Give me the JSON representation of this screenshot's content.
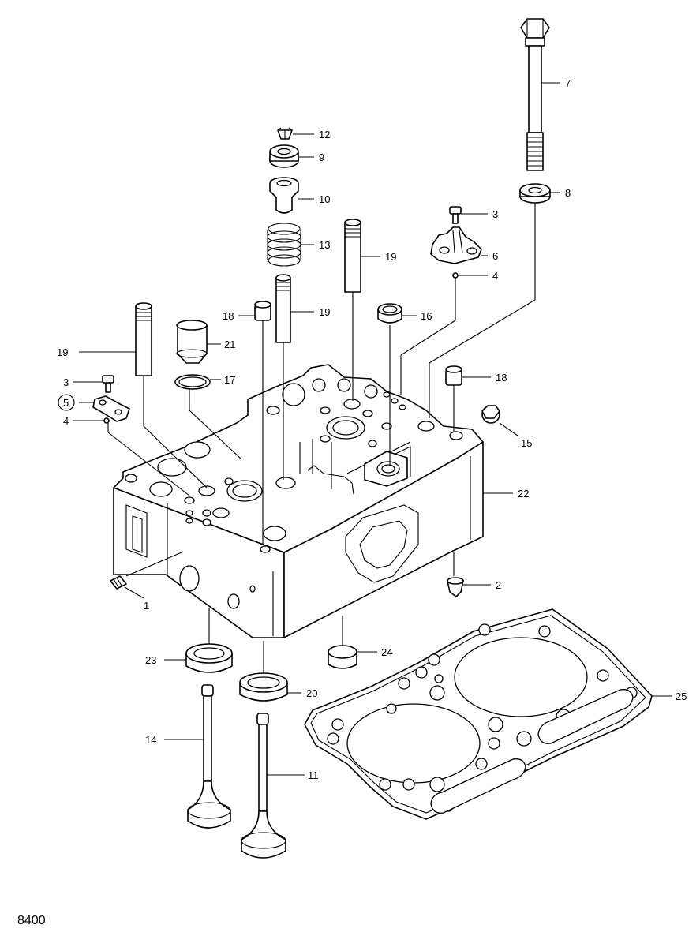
{
  "figure_code": "8400",
  "callouts": [
    {
      "id": "c1",
      "label": "1"
    },
    {
      "id": "c2",
      "label": "2"
    },
    {
      "id": "c3a",
      "label": "3"
    },
    {
      "id": "c3b",
      "label": "3"
    },
    {
      "id": "c4a",
      "label": "4"
    },
    {
      "id": "c4b",
      "label": "4"
    },
    {
      "id": "c5",
      "label": "5"
    },
    {
      "id": "c6",
      "label": "6"
    },
    {
      "id": "c7",
      "label": "7"
    },
    {
      "id": "c8",
      "label": "8"
    },
    {
      "id": "c9",
      "label": "9"
    },
    {
      "id": "c10",
      "label": "10"
    },
    {
      "id": "c11",
      "label": "11"
    },
    {
      "id": "c12",
      "label": "12"
    },
    {
      "id": "c13",
      "label": "13"
    },
    {
      "id": "c14",
      "label": "14"
    },
    {
      "id": "c15",
      "label": "15"
    },
    {
      "id": "c16",
      "label": "16"
    },
    {
      "id": "c17",
      "label": "17"
    },
    {
      "id": "c18a",
      "label": "18"
    },
    {
      "id": "c18b",
      "label": "18"
    },
    {
      "id": "c19a",
      "label": "19"
    },
    {
      "id": "c19b",
      "label": "19"
    },
    {
      "id": "c19c",
      "label": "19"
    },
    {
      "id": "c20",
      "label": "20"
    },
    {
      "id": "c21",
      "label": "21"
    },
    {
      "id": "c22",
      "label": "22"
    },
    {
      "id": "c23",
      "label": "23"
    },
    {
      "id": "c24",
      "label": "24"
    },
    {
      "id": "c25",
      "label": "25"
    }
  ]
}
